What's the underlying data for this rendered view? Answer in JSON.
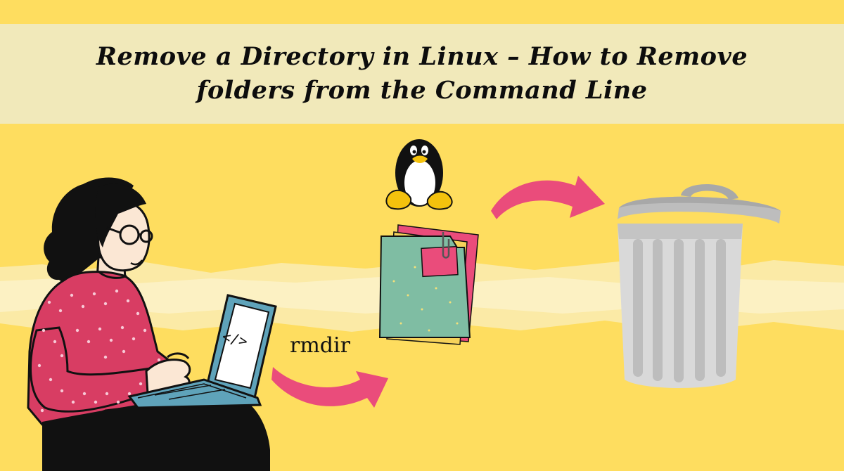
{
  "header": {
    "title_line1": "Remove a Directory in Linux – How to Remove",
    "title_line2": "folders from the Command Line"
  },
  "command": {
    "label": "rmdir"
  },
  "laptop_screen": {
    "code_glyph": "</>"
  },
  "colors": {
    "background": "#fedd5f",
    "title_band": "#f1e9ba",
    "torn_band": "#fbeaa6",
    "arrow": "#ea4c7b",
    "sweater": "#d83d63",
    "folder": "#7fbda3",
    "laptop": "#5fa3ba",
    "trash_can": "#d9d9d9"
  },
  "icons": [
    "tux-penguin-icon",
    "folder-icon",
    "trash-can-icon",
    "arrow-icon"
  ]
}
